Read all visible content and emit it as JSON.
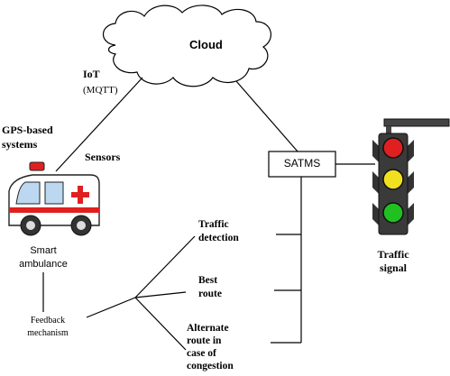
{
  "cloud": {
    "label": "Cloud"
  },
  "iot": {
    "title": "IoT",
    "protocol": "(MQTT)"
  },
  "gps": {
    "line1": "GPS-based",
    "line2": "systems"
  },
  "sensors": {
    "label": "Sensors"
  },
  "satms": {
    "label": "SATMS"
  },
  "ambulance": {
    "line1": "Smart",
    "line2": "ambulance"
  },
  "feedback": {
    "line1": "Feedback",
    "line2": "mechanism"
  },
  "outputs": {
    "traffic_detection": {
      "line1": "Traffic",
      "line2": "detection"
    },
    "best_route": {
      "line1": "Best",
      "line2": "route"
    },
    "alternate_route": {
      "line1": "Alternate",
      "line2": "route in",
      "line3": "case of",
      "line4": "congestion"
    }
  },
  "signal": {
    "line1": "Traffic",
    "line2": "signal",
    "colors": {
      "red": "#e02020",
      "yellow": "#f0e020",
      "green": "#20c020"
    }
  },
  "ambulance_colors": {
    "body": "#ffffff",
    "stripe": "#e02020",
    "cross": "#e02020",
    "window": "#bcd8f0"
  }
}
